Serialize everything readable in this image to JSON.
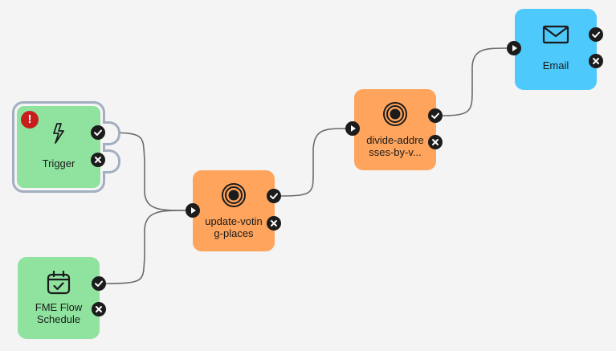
{
  "nodes": {
    "trigger": {
      "label": "Trigger",
      "icon": "lightning-icon",
      "status": "error"
    },
    "schedule": {
      "label_line1": "FME Flow",
      "label_line2": "Schedule",
      "icon": "calendar-check-icon"
    },
    "update": {
      "label_line1": "update-votin",
      "label_line2": "g-places",
      "icon": "workspace-target-icon"
    },
    "divide": {
      "label_line1": "divide-addre",
      "label_line2": "sses-by-v...",
      "icon": "workspace-target-icon"
    },
    "email": {
      "label": "Email",
      "icon": "envelope-icon"
    }
  },
  "badges": {
    "warning_symbol": "!"
  },
  "colors": {
    "trigger_green": "#8fe39f",
    "workspace_orange": "#ffa45c",
    "action_blue": "#4ec9fb",
    "port_dark": "#1c1c1c",
    "wire": "#6b6b6b",
    "error_red": "#c81d1d",
    "selection_frame": "#a3afc0"
  }
}
